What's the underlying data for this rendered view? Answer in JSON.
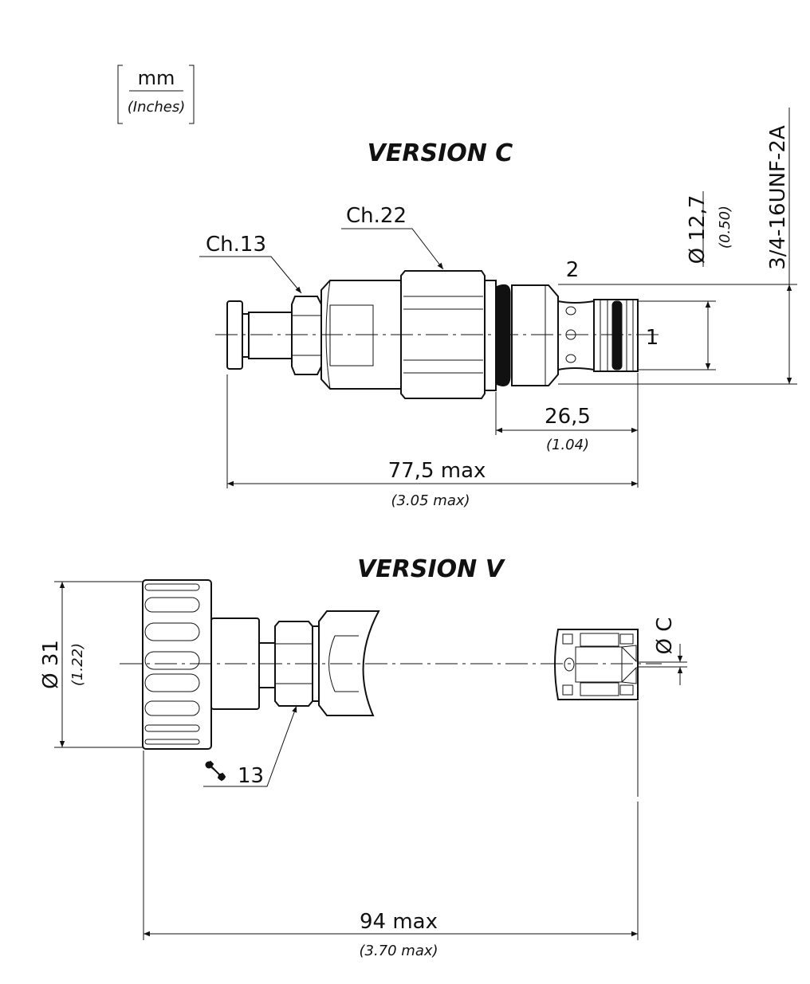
{
  "units": {
    "primary": "mm",
    "secondary": "(Inches)"
  },
  "version_c": {
    "title": "VERSION  C",
    "wrench_small": "Ch.13",
    "wrench_large": "Ch.22",
    "port_2": "2",
    "port_1": "1",
    "diameter": "Ø 12,7",
    "diameter_in": "(0.50)",
    "thread": "3/4-16UNF-2A",
    "length_insert": "26,5",
    "length_insert_in": "(1.04)",
    "length_total": "77,5 max",
    "length_total_in": "(3.05 max)"
  },
  "version_v": {
    "title": "VERSION  V",
    "diameter": "Ø 31",
    "diameter_in": "(1.22)",
    "orifice": "Ø C",
    "wrench": "13",
    "length_total": "94 max",
    "length_total_in": "(3.70 max)"
  },
  "colors": {
    "ink": "#111111",
    "paper": "#ffffff"
  }
}
